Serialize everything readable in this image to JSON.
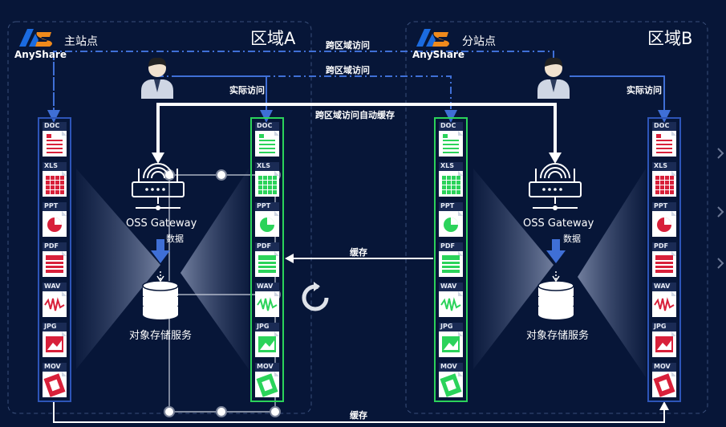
{
  "zones": [
    {
      "title": "区域A",
      "site": "主站点",
      "brand": "AnyShare"
    },
    {
      "title": "区域B",
      "site": "分站点",
      "brand": "AnyShare"
    }
  ],
  "links": {
    "cross_region_top": "跨区域访问",
    "cross_region_mid": "跨区域访问",
    "actual_access_a": "实际访问",
    "actual_access_b": "实际访问",
    "auto_cache": "跨区域访问自动缓存",
    "cache_mid": "缓存",
    "cache_bottom": "缓存"
  },
  "services": {
    "gateway": "OSS Gateway",
    "data": "数据",
    "storage": "对象存储服务"
  },
  "file_types": [
    "DOC",
    "XLS",
    "PPT",
    "PDF",
    "WAV",
    "JPG",
    "MOV"
  ],
  "colors": {
    "bg": "#071638",
    "zone_border": "#3a4f7a",
    "blue_line": "#3f6fd6",
    "green": "#2bd35a",
    "red": "#d8203a",
    "white": "#ffffff",
    "column_border": "#2d55b8"
  },
  "icons": {
    "person": "user-icon",
    "router": "router-icon",
    "db": "database-icon",
    "sync": "sync-icon",
    "arrow": "chevron-right-icon"
  }
}
